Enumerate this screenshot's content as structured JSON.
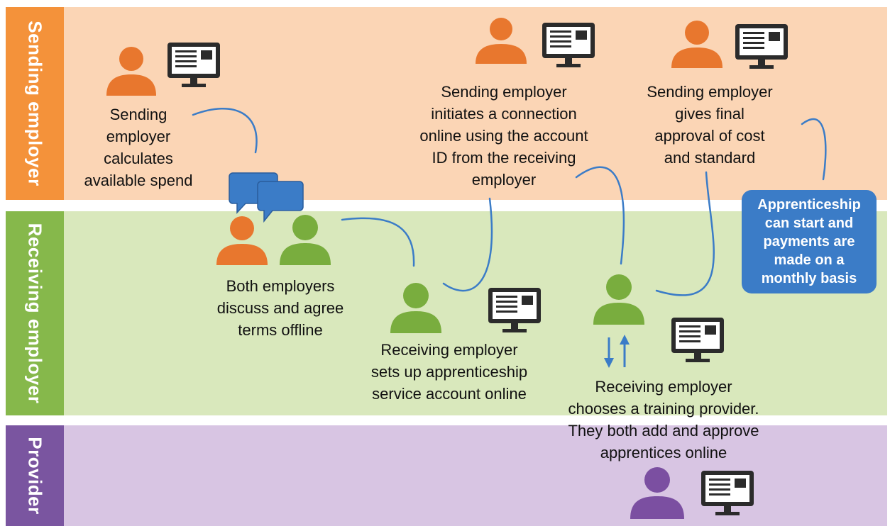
{
  "lanes": [
    {
      "label": "Sending employer",
      "color": "#f4923a",
      "bg": "#fbd5b5"
    },
    {
      "label": "Receiving employer",
      "color": "#86b84b",
      "bg": "#d9e8bc"
    },
    {
      "label": "Provider",
      "color": "#7a55a0",
      "bg": "#d8c5e3"
    }
  ],
  "steps": {
    "calculate": "Sending\nemployer\ncalculates\navailable spend",
    "discuss": "Both employers\ndiscuss and agree\nterms offline",
    "setup": "Receiving employer\nsets up apprenticeship\nservice account online",
    "connect": "Sending employer\ninitiates a connection\nonline using the account\nID from the receiving\nemployer",
    "choose": "Receiving employer\nchooses a training provider.\nThey both add and approve\napprentices online",
    "approve": "Sending employer\ngives final\napproval of cost\nand standard",
    "start": "Apprenticeship\ncan start and\npayments are\nmade on a\nmonthly basis"
  },
  "colors": {
    "sending_person": "#e8772e",
    "receiving_person": "#79ad3e",
    "provider_person": "#7b4fa1",
    "connector": "#3b7cc7",
    "chat_bubble": "#3b7cc7",
    "final_box": "#3b7cc7"
  },
  "icons": [
    "person-icon",
    "computer-icon",
    "chat-bubbles-icon",
    "arrow-down-icon",
    "arrow-up-icon"
  ]
}
